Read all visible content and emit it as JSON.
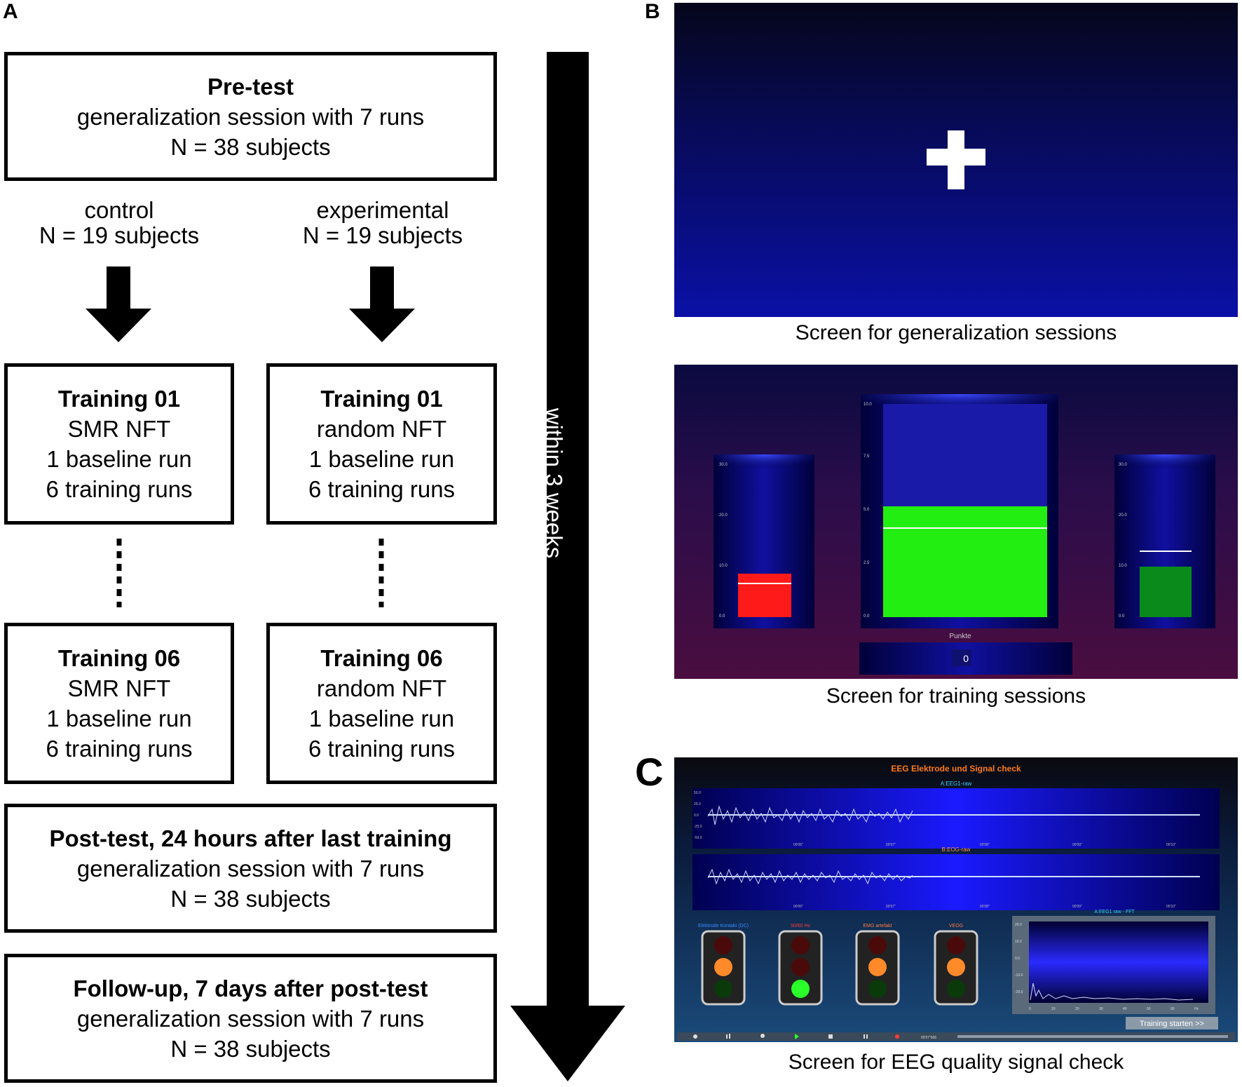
{
  "panels": {
    "a": "A",
    "b": "B",
    "c": "C"
  },
  "flow": {
    "pretest": {
      "title": "Pre-test",
      "line1": "generalization session with 7 runs",
      "line2": "N = 38 subjects"
    },
    "control": {
      "label": "control",
      "n": "N = 19 subjects"
    },
    "experimental": {
      "label": "experimental",
      "n": "N = 19 subjects"
    },
    "control_t01": {
      "title": "Training 01",
      "l1": "SMR NFT",
      "l2": "1 baseline run",
      "l3": "6 training runs"
    },
    "exp_t01": {
      "title": "Training 01",
      "l1": "random NFT",
      "l2": "1 baseline run",
      "l3": "6 training runs"
    },
    "control_t06": {
      "title": "Training 06",
      "l1": "SMR NFT",
      "l2": "1 baseline run",
      "l3": "6 training runs"
    },
    "exp_t06": {
      "title": "Training 06",
      "l1": "random NFT",
      "l2": "1 baseline run",
      "l3": "6 training runs"
    },
    "posttest": {
      "title": "Post-test, 24 hours after last training",
      "line1": "generalization session with 7 runs",
      "line2": "N = 38 subjects"
    },
    "followup": {
      "title": "Follow-up, 7 days after post-test",
      "line1": "generalization session with 7 runs",
      "line2": "N = 38 subjects"
    },
    "timeline": "within 3 weeks"
  },
  "screens": {
    "generalization_caption": "Screen for generalization sessions",
    "training_caption": "Screen for training sessions",
    "eeg_caption": "Screen for EEG quality signal check",
    "training": {
      "left_ticks": [
        "30.0",
        "20.0",
        "10.0",
        "0.0"
      ],
      "center_ticks": [
        "10.0",
        "7.5",
        "5.0",
        "2.5",
        "0.0"
      ],
      "right_ticks": [
        "30.0",
        "20.0",
        "10.0",
        "0.0"
      ],
      "points_label": "Punkte",
      "points_value": "0",
      "bar_colors": {
        "left": "#ff1a1a",
        "center": "#22ee11",
        "right": "#0a8a1a"
      }
    },
    "eeg": {
      "title": "EEG Elektrode und Signal check",
      "channel1": "A:EEG1-raw",
      "channel2": "B:EOG-raw",
      "fft_title": "A:EEG1 raw - FFT",
      "amp_ticks": [
        "50.0",
        "25.0",
        "0.0",
        "-25.0",
        "-50.0"
      ],
      "time_ticks": [
        "00'06\"",
        "00'07\"",
        "00'08\"",
        "00'09\"",
        "00'10\""
      ],
      "fft_y_ticks": [
        "20.0",
        "10.0",
        "0.0",
        "-10.0",
        "-20.0"
      ],
      "fft_x_ticks": [
        "0",
        "10",
        "20",
        "30",
        "40",
        "50",
        "60",
        "Hz"
      ],
      "lights": [
        "Elektrode Kontakt (DC)",
        "50/60 Hz",
        "EMG artefakt",
        "VEOG"
      ],
      "start_button": "Training starten >>",
      "time_readout": "00'07\"606"
    }
  }
}
